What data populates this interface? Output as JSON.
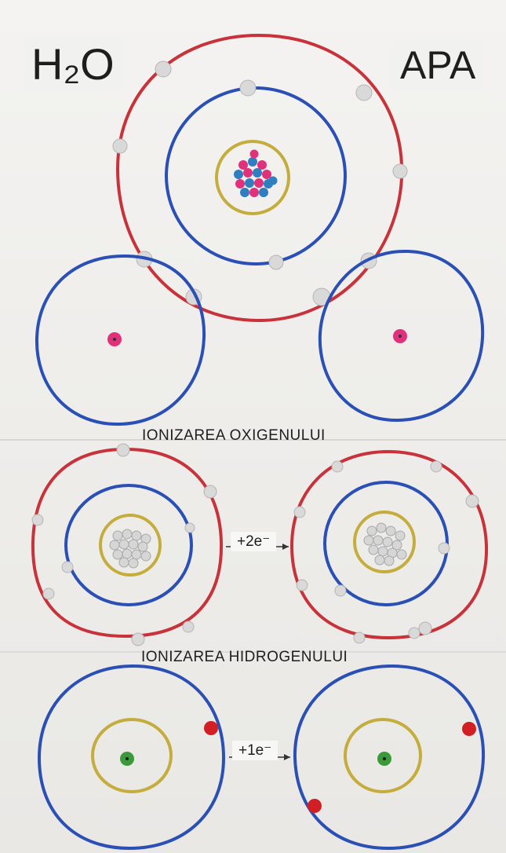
{
  "title_left": "H₂O",
  "title_right": "APA",
  "heading_oxygen": "IONIZAREA OXIGENULUI",
  "heading_hydrogen": "IONIZAREA HIDROGENULUI",
  "oxygen_ionization_charge": "+2e⁻",
  "hydrogen_ionization_charge": "+1e⁻",
  "colors": {
    "outer_shell": "#c8323a",
    "inner_shell": "#2a4fb5",
    "nucleus_ring": "#c4ad3c",
    "proton": "#e0317a",
    "neutron": "#2f7fc0",
    "electron_bead": "#d9d9d9",
    "hydrogen_electron": "#d21f24",
    "hydrogen_nucleus": "#3a9a3a"
  }
}
